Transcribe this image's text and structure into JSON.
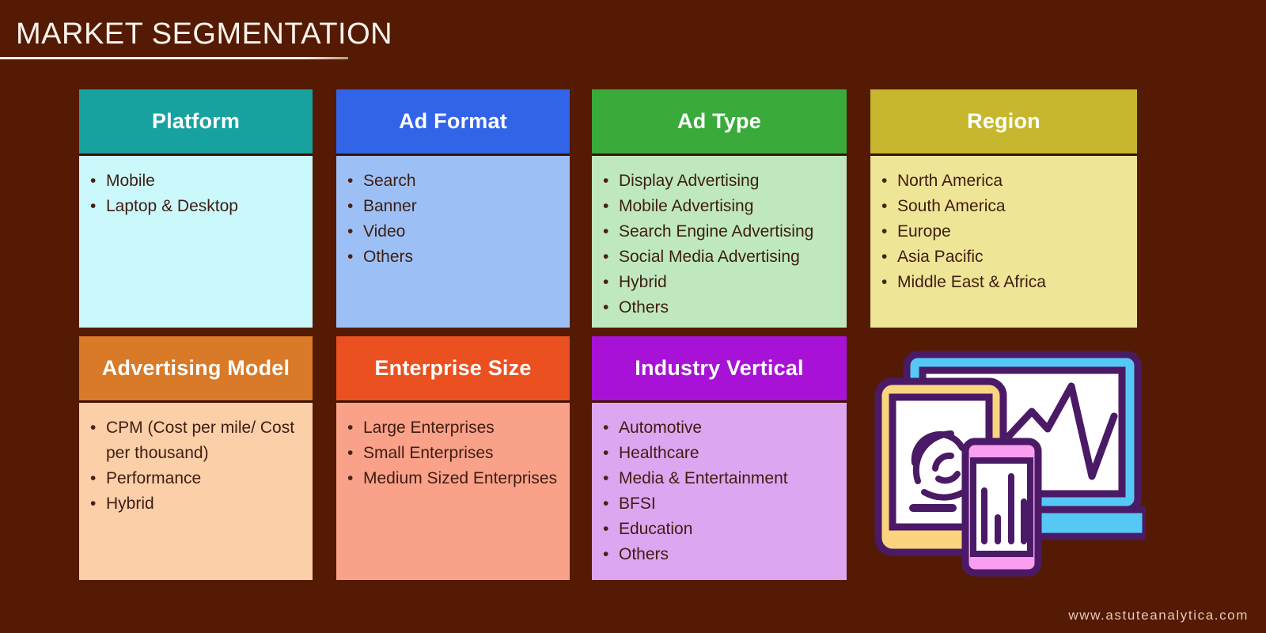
{
  "page": {
    "title": "MARKET SEGMENTATION",
    "background_color": "#551a03",
    "title_color": "#fbf3ec"
  },
  "footer": {
    "url": "www.astuteanalytica.com"
  },
  "bullet_glyph": "•",
  "cards": [
    {
      "id": "platform",
      "title": "Platform",
      "header_color": "#17a2a0",
      "body_color": "#caf8fb",
      "items": [
        "Mobile",
        "Laptop & Desktop"
      ]
    },
    {
      "id": "ad-format",
      "title": "Ad Format",
      "header_color": "#3264e8",
      "body_color": "#9cc0f5",
      "items": [
        "Search",
        "Banner",
        "Video",
        "Others"
      ]
    },
    {
      "id": "ad-type",
      "title": "Ad Type",
      "header_color": "#3aaa3a",
      "body_color": "#bfe8bf",
      "items": [
        "Display Advertising",
        "Mobile Advertising",
        "Search Engine Advertising",
        "Social Media Advertising",
        "Hybrid",
        "Others"
      ]
    },
    {
      "id": "region",
      "title": "Region",
      "header_color": "#c6b72e",
      "body_color": "#eee597",
      "items": [
        "North America",
        "South America",
        "Europe",
        "Asia Pacific",
        "Middle East & Africa"
      ]
    },
    {
      "id": "advertising-model",
      "title": "Advertising Model",
      "header_color": "#d87a28",
      "body_color": "#fbcfa8",
      "items": [
        "CPM (Cost per mile/ Cost per thousand)",
        "Performance",
        "Hybrid"
      ]
    },
    {
      "id": "enterprise-size",
      "title": "Enterprise Size",
      "header_color": "#ea5020",
      "body_color": "#f9a189",
      "items": [
        "Large Enterprises",
        "Small Enterprises",
        "Medium Sized Enterprises"
      ]
    },
    {
      "id": "industry-vertical",
      "title": "Industry Vertical",
      "header_color": "#a812d6",
      "body_color": "#dda6f0",
      "items": [
        "Automotive",
        "Healthcare",
        "Media & Entertainment",
        "BFSI",
        "Education",
        "Others"
      ]
    }
  ],
  "illustration": {
    "name": "devices-analytics-illustration",
    "laptop_color": "#55c8f5",
    "tablet_color": "#fad47f",
    "phone_color": "#f99ef0",
    "outline_color": "#4b1a66",
    "screen_color": "#ffffff"
  }
}
